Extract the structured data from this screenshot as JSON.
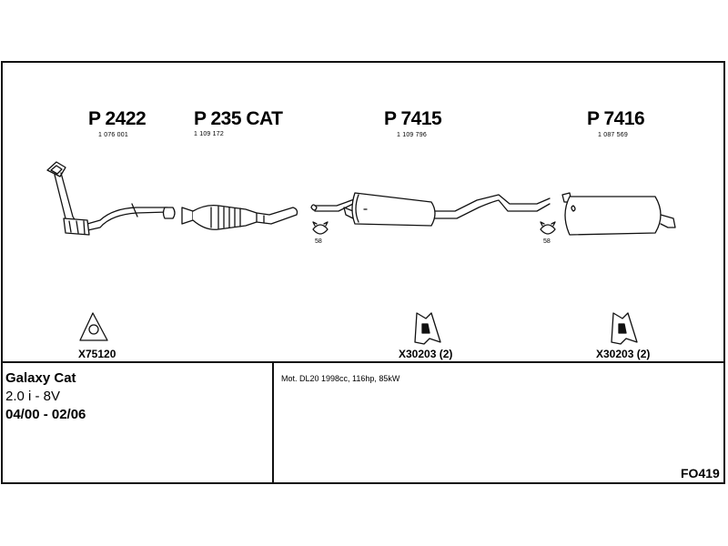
{
  "parts": [
    {
      "number": "P 2422",
      "sub": "1 076 001"
    },
    {
      "number": "P 235 CAT",
      "sub": "1 109 172"
    },
    {
      "number": "P 7415",
      "sub": "1 109 796"
    },
    {
      "number": "P 7416",
      "sub": "1 087 569"
    }
  ],
  "clamps": [
    "58",
    "58"
  ],
  "gaskets": [
    "X75120",
    "X30203 (2)",
    "X30203 (2)"
  ],
  "vehicle": {
    "model": "Galaxy Cat",
    "engine": "2.0 i - 8V",
    "years": "04/00 - 02/06"
  },
  "motor": "Mot. DL20 1998cc, 116hp, 85kW",
  "code": "FO419"
}
